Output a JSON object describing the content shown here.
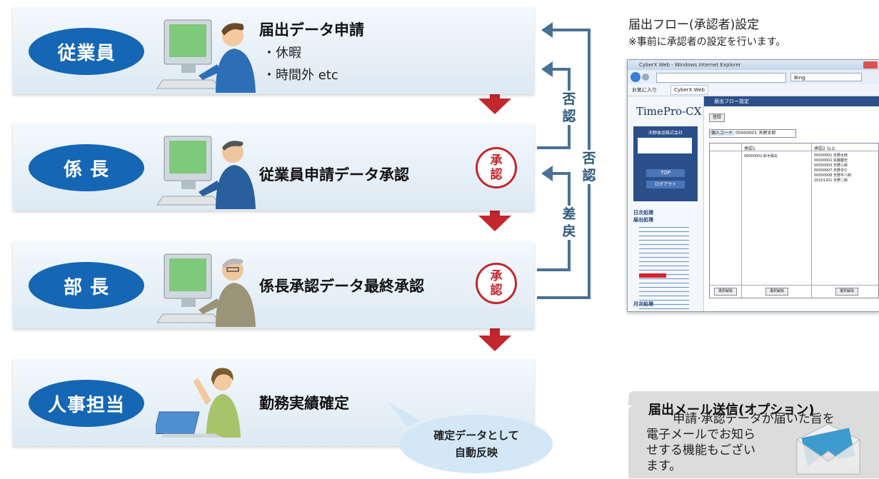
{
  "roles": [
    {
      "role": "従業員",
      "task": "届出データ申請",
      "subitems": [
        "・休暇",
        "・時間外 etc"
      ]
    },
    {
      "role": "係 長",
      "task": "従業員申請データ承認",
      "stamp": [
        "承",
        "認"
      ]
    },
    {
      "role": "部 長",
      "task": "係長承認データ最終承認",
      "stamp": [
        "承",
        "認"
      ]
    },
    {
      "role": "人事担当",
      "task": "勤務実績確定"
    }
  ],
  "flow_labels": {
    "reject_inner": [
      "否",
      "認"
    ],
    "reject_outer": [
      "否",
      "認"
    ],
    "sendback": [
      "差",
      "戻"
    ]
  },
  "bubble": {
    "line1": "確定データとして",
    "line2": "自動反映"
  },
  "right_panel": {
    "title": "届出フロー(承認者)設定",
    "note": "※事前に承認者の設定を行います。"
  },
  "screenshot": {
    "window_title": "CyberX Web - Windows Internet Explorer",
    "tab": "CyberX Web",
    "favorites": "お気に入り",
    "bing": "Bing",
    "logo": "TimePro-CX",
    "page_heading": "届出フロー設定",
    "register": "登録",
    "code_label": "個人コード",
    "code_value": "00000001",
    "name_value": "天野太郎",
    "company": "天野食品株式会社",
    "btn_top": "TOP",
    "btn_logout": "ログアウト",
    "menu_daily": "日次処理",
    "menu_notice": "届出処理",
    "menu_monthly": "月次処理",
    "col1": "承認1",
    "col2": "承認2 以上",
    "col1_value": "00000002 鈴木陽夫",
    "col2_values": [
      "00000001 天野太郎",
      "00000002 佐藤慶史",
      "00000003 天野三郎",
      "00000007 天野まむ",
      "00000008 天野平八郎",
      "20101201 天野二郎"
    ],
    "select_btn": "選択解除"
  },
  "mail_panel": {
    "title": "届出メール送信(オプション)",
    "lines": [
      "申請·承認データが届いた旨を",
      "電子メールでお知ら",
      "せする機能もござい",
      "ます。"
    ]
  },
  "colors": {
    "role_blue": "#1566b4",
    "arrow_red": "#c2272d",
    "flow_blue": "#4a7196"
  }
}
